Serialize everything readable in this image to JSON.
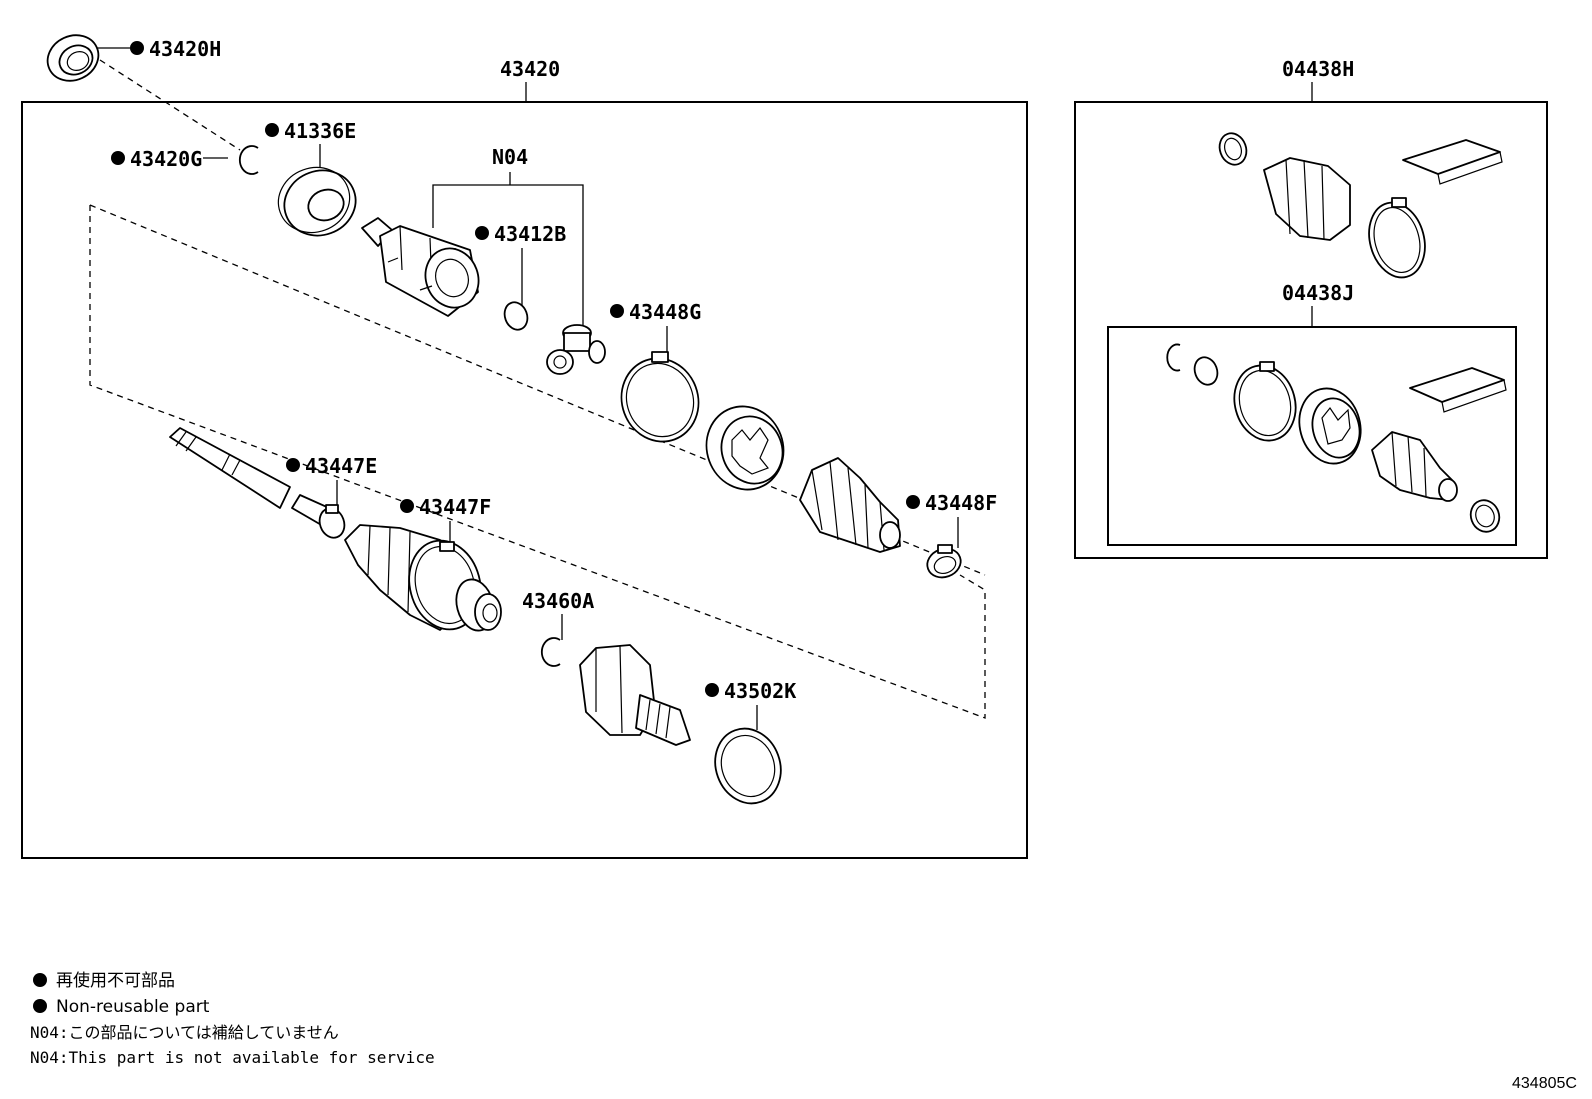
{
  "callouts": {
    "assembly_main": "43420",
    "seal_outer": "43420H",
    "snap_ring_inner": "43420G",
    "dust_deflector": "41336E",
    "inboard_joint_group": "N04",
    "snap_ring_small": "43412B",
    "boot_clamp_large_inner": "43448G",
    "boot_clamp_small_inner": "43448F",
    "boot_clamp_small_outer": "43447E",
    "boot_clamp_large_outer": "43447F",
    "snap_ring_outer": "43460A",
    "seal_outboard": "43502K",
    "boot_kit_inboard": "04438H",
    "boot_kit_outboard": "04438J"
  },
  "legend": {
    "jp_nonreusable": "再使用不可部品",
    "en_nonreusable": "Non-reusable part",
    "jp_note": "N04:この部品については補給していません",
    "en_note": "N04:This part is not available for service"
  },
  "diagram_code": "434805C",
  "colors": {
    "ink": "#000000",
    "paper": "#ffffff"
  }
}
